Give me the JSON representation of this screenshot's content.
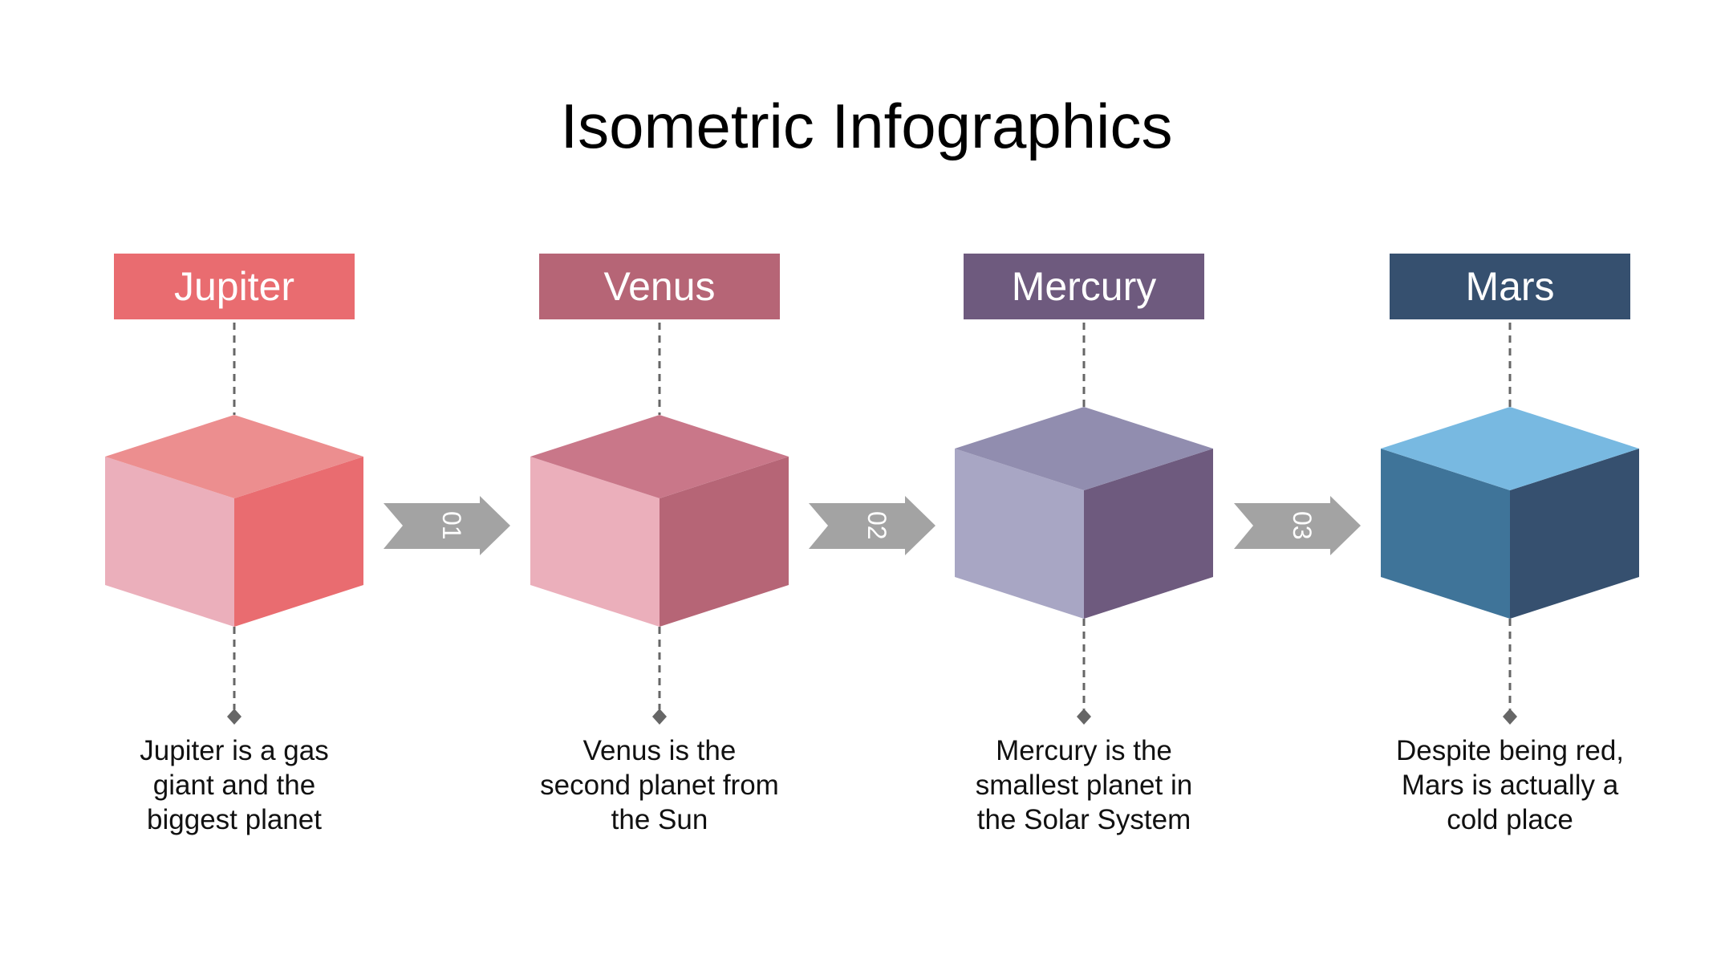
{
  "title": "Isometric Infographics",
  "items": [
    {
      "name": "Jupiter",
      "description": "Jupiter is a gas\ngiant and the\nbiggest planet",
      "label_color": "#E96C70",
      "top_color": "#EC8E8F",
      "left_color": "#EBAFBB",
      "right_color": "#E96C70"
    },
    {
      "name": "Venus",
      "description": "Venus is the\nsecond planet from\nthe Sun",
      "label_color": "#B66576",
      "top_color": "#C97789",
      "left_color": "#EBAFBB",
      "right_color": "#B66576"
    },
    {
      "name": "Mercury",
      "description": "Mercury is the\nsmallest planet in\nthe Solar System",
      "label_color": "#6E5A7E",
      "top_color": "#918DAF",
      "left_color": "#A8A6C4",
      "right_color": "#6E5A7E"
    },
    {
      "name": "Mars",
      "description": "Despite being red,\nMars is actually a\ncold place",
      "label_color": "#36506F",
      "top_color": "#78B9E1",
      "left_color": "#3F7499",
      "right_color": "#36506F"
    }
  ],
  "arrows": [
    {
      "number": "01"
    },
    {
      "number": "02"
    },
    {
      "number": "03"
    }
  ],
  "arrow_color": "#A3A3A3",
  "connector_color": "#666666"
}
